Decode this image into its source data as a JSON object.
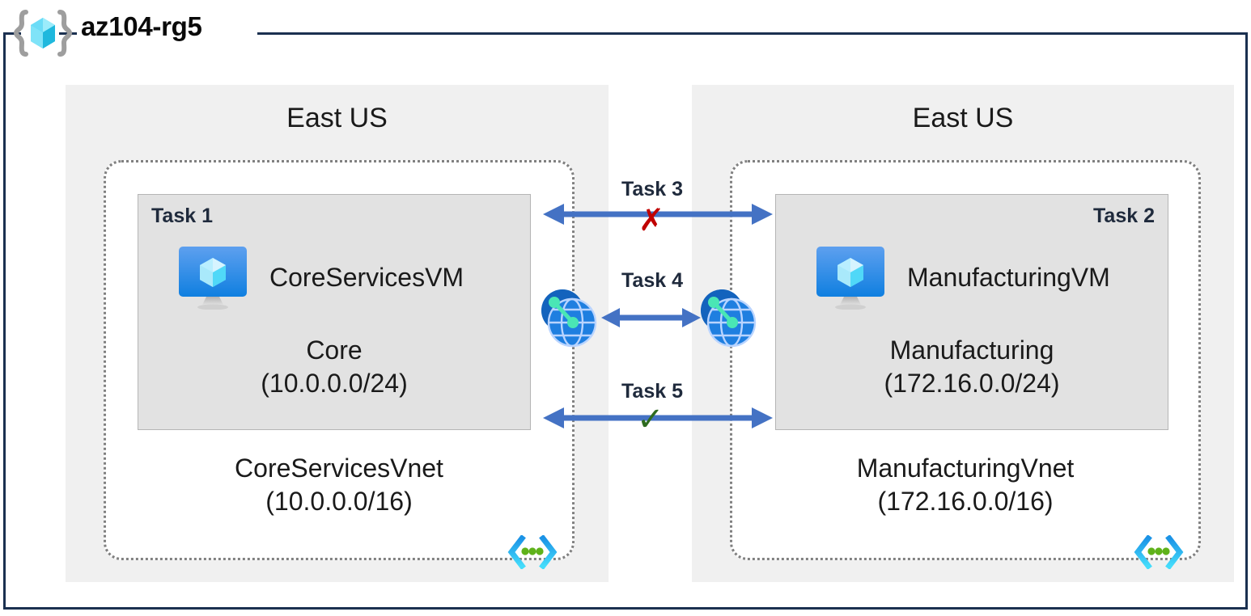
{
  "header": {
    "resource_group_name": "az104-rg5",
    "icon": "resource-group-icon"
  },
  "regions": [
    {
      "id": "left",
      "label": "East US"
    },
    {
      "id": "right",
      "label": "East US"
    }
  ],
  "vnets": [
    {
      "id": "core",
      "name": "CoreServicesVnet",
      "address_space": "(10.0.0.0/16)",
      "icon": "virtual-network-icon",
      "subnet": {
        "task_tag": "Task 1",
        "task_tag_align": "left",
        "vm_name": "CoreServicesVM",
        "vm_icon": "virtual-machine-icon",
        "subnet_name": "Core",
        "subnet_prefix": "(10.0.0.0/24)"
      }
    },
    {
      "id": "manufacturing",
      "name": "ManufacturingVnet",
      "address_space": "(172.16.0.0/16)",
      "icon": "virtual-network-icon",
      "subnet": {
        "task_tag": "Task 2",
        "task_tag_align": "right",
        "vm_name": "ManufacturingVM",
        "vm_icon": "virtual-machine-icon",
        "subnet_name": "Manufacturing",
        "subnet_prefix": "(172.16.0.0/24)"
      }
    }
  ],
  "connections": [
    {
      "id": "task3",
      "label": "Task 3",
      "status_mark": "✗",
      "status": "blocked",
      "status_color": "#c00000",
      "arrow_color": "#4472c4",
      "style": "double-arrow"
    },
    {
      "id": "task4",
      "label": "Task 4",
      "status_mark": "",
      "status": "peering",
      "arrow_color": "#4472c4",
      "style": "double-arrow",
      "endpoint_icon": "vnet-peering-icon"
    },
    {
      "id": "task5",
      "label": "Task 5",
      "status_mark": "✓",
      "status": "allowed",
      "status_color": "#2e6b1f",
      "arrow_color": "#4472c4",
      "style": "double-arrow"
    }
  ],
  "colors": {
    "frame": "#1b3050",
    "region_bg": "#f0f0f0",
    "subnet_bg": "#e2e2e2",
    "vnet_border": "#808080",
    "arrow": "#4472c4",
    "task_text": "#1f2a3c",
    "cross_red": "#c00000",
    "check_green": "#2e6b1f",
    "azure_blue": "#0f7fe0",
    "azure_cyan": "#50e6ff"
  }
}
